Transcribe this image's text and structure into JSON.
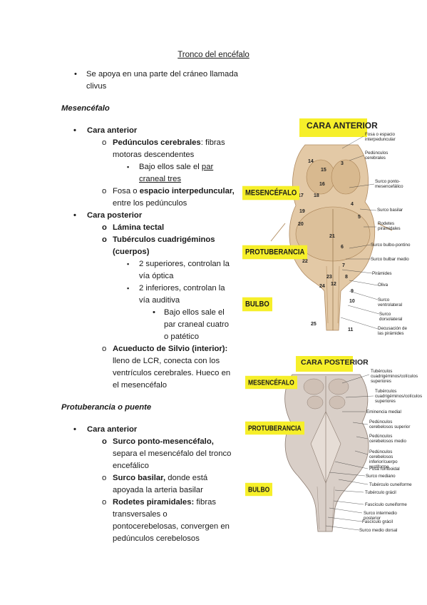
{
  "title": "Tronco del encéfalo",
  "intro": "Se apoya en una parte del cráneo llamada clivus",
  "mesencefalo": {
    "heading": "Mesencéfalo",
    "cara_anterior": "Cara anterior",
    "pedunculos_bold": "Pedúnculos cerebrales",
    "pedunculos_rest_1": ": fibras",
    "pedunculos_rest_2": "motoras descendentes",
    "bajo_pre": "Bajo ellos sale el ",
    "bajo_link_1": "par",
    "bajo_link_2": "craneal tres",
    "fosa_pre": "Fosa o ",
    "fosa_bold": "espacio interpeduncular,",
    "fosa_2": "entre los pedúnculos",
    "cara_posterior": "Cara posterior",
    "lamina": "Lámina tectal",
    "tuberculos_1": "Tubérculos cuadrigéminos",
    "tuberculos_2": "(cuerpos)",
    "sup_1": "2 superiores, controlan la",
    "sup_2": "vía óptica",
    "inf_1": "2 inferiores, controlan la",
    "inf_2": "vía auditiva",
    "cuatro_1": "Bajo ellos sale el",
    "cuatro_2": "par craneal cuatro",
    "cuatro_3": "o patético",
    "acueducto_bold": "Acueducto de Silvio (interior):",
    "acueducto_2": "lleno de LCR, conecta con los",
    "acueducto_3": "ventrículos cerebrales. Hueco en",
    "acueducto_4": "el mesencéfalo"
  },
  "protuberancia": {
    "heading": "Protuberancia o puente",
    "cara_anterior": "Cara anterior",
    "surco_pm_bold": "Surco ponto-mesencéfalo,",
    "surco_pm_2": "separa el mesencéfalo del tronco",
    "surco_pm_3": "encefálico",
    "surco_bas_bold": "Surco basilar,",
    "surco_bas_rest": " donde está",
    "surco_bas_2": "apoyada la arteria basilar",
    "rodetes_bold": "Rodetes piramidales:",
    "rodetes_rest": " fibras",
    "rodetes_2": "transversales o",
    "rodetes_3": "pontocerebelosas, convergen en",
    "rodetes_4": "pedúnculos cerebelosos"
  },
  "fig_anterior": {
    "header": "CARA ANTERIOR",
    "tags": [
      "MESENCÉFALO",
      "PROTUBERANCIA",
      "BULBO"
    ],
    "labels": [
      "Fosa o espacio interpeduncular",
      "Pedúnculos cerebrales",
      "Surco ponto-mesencefálico",
      "Surco basilar",
      "Rodetes piramidales",
      "Surco bulbo-pontino",
      "Surco bulbar medio",
      "Pirámides",
      "Oliva",
      "Surco ventrolateral",
      "Surco dorsolateral",
      "Decusación de las pirámides"
    ],
    "numbers": [
      "14",
      "3",
      "15",
      "16",
      "17",
      "18",
      "19",
      "20",
      "21",
      "22",
      "23",
      "24",
      "12",
      "25",
      "10",
      "9",
      "11",
      "4",
      "5",
      "6",
      "7",
      "8"
    ]
  },
  "fig_posterior": {
    "header": "CARA POSTERIOR",
    "tags": [
      "MESENCÉFALO",
      "PROTUBERANCIA",
      "BULBO"
    ],
    "labels": [
      "Tubérculos cuadrigéminos/colículos superiores",
      "Tubérculos cuadrigéminos/colículos superiores",
      "Eminencia medial",
      "Pedúnculos cerebelosos superior",
      "Pedúnculos cerebelosos medio",
      "Pedúnculos cerebelosos inferior/cuerpo restiforme",
      "Fosa romboidal",
      "Surco mediano",
      "Tubérculo cuneiforme",
      "Tubérculo grácil",
      "Fascículo cuneiforme",
      "Surco intermedio posterior",
      "Fascículo grácil",
      "Surco medio dorsal"
    ]
  },
  "colors": {
    "highlight": "#f6ef2a",
    "tissue": "#e3c9a6",
    "tissue_dark": "#c9a57c",
    "posterior": "#d9cfc8"
  }
}
